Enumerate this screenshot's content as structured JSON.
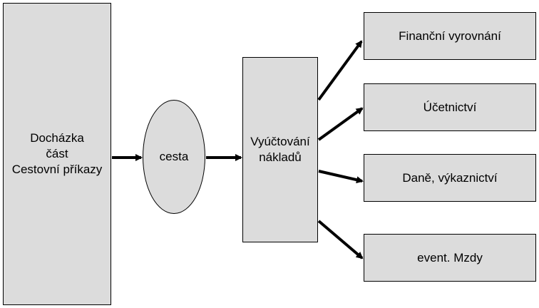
{
  "source": {
    "lines": [
      "Docházka",
      "část",
      "Cestovní příkazy"
    ]
  },
  "trip": {
    "label": "cesta"
  },
  "billing": {
    "lines": [
      "Vyúčtování",
      "nákladů"
    ]
  },
  "targets": [
    {
      "label": "Finanční vyrovnání"
    },
    {
      "label": "Účetnictví"
    },
    {
      "label": "Daně, výkaznictví"
    },
    {
      "label": "event. Mzdy"
    }
  ],
  "colors": {
    "box_fill": "#dcdcdc",
    "stroke": "#000000"
  }
}
